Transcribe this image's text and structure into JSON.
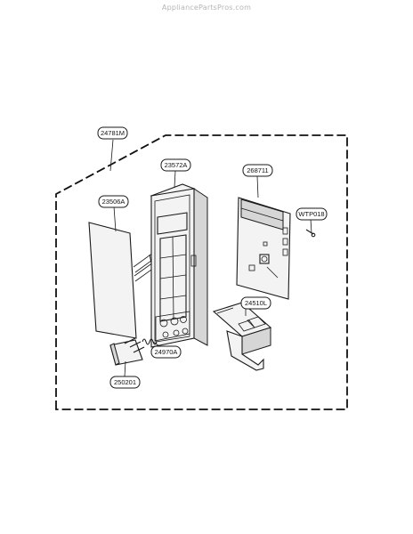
{
  "watermark": "AppliancePartsPros.com",
  "callouts": {
    "c24781M": "24781M",
    "c23572A": "23572A",
    "c268711": "268711",
    "c23506A": "23506A",
    "cWTP018": "WTP018",
    "c24510L": "24510L",
    "c24970A": "24970A",
    "c250201": "250201"
  }
}
